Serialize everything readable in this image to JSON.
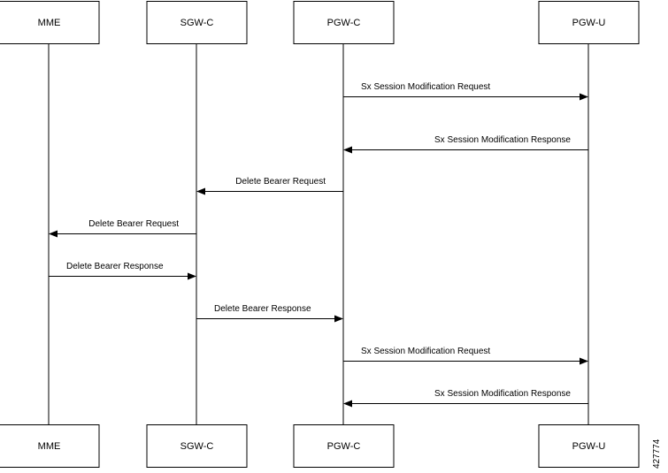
{
  "participants": [
    {
      "id": "mme",
      "label": "MME"
    },
    {
      "id": "sgwc",
      "label": "SGW-C"
    },
    {
      "id": "pgwc",
      "label": "PGW-C"
    },
    {
      "id": "pgwu",
      "label": "PGW-U"
    }
  ],
  "messages": [
    {
      "from": "pgwc",
      "to": "pgwu",
      "label": "Sx Session Modification Request"
    },
    {
      "from": "pgwu",
      "to": "pgwc",
      "label": "Sx Session Modification Response"
    },
    {
      "from": "pgwc",
      "to": "sgwc",
      "label": "Delete Bearer Request"
    },
    {
      "from": "sgwc",
      "to": "mme",
      "label": "Delete Bearer Request"
    },
    {
      "from": "mme",
      "to": "sgwc",
      "label": "Delete Bearer Response"
    },
    {
      "from": "sgwc",
      "to": "pgwc",
      "label": "Delete Bearer Response"
    },
    {
      "from": "pgwc",
      "to": "pgwu",
      "label": "Sx Session Modification Request"
    },
    {
      "from": "pgwu",
      "to": "pgwc",
      "label": "Sx Session Modification Response"
    }
  ],
  "figure_id": "427774"
}
